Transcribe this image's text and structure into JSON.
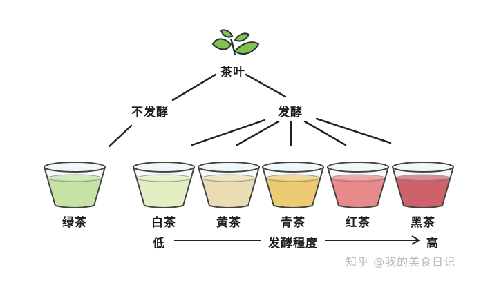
{
  "root": {
    "label": "茶叶",
    "icon": "tea-leaf-sprout-icon"
  },
  "branches": [
    {
      "label": "不发酵",
      "teas": [
        {
          "name": "绿茶",
          "color": "#bfe08e"
        }
      ]
    },
    {
      "label": "发酵",
      "teas": [
        {
          "name": "白茶",
          "color": "#e6f0b3"
        },
        {
          "name": "黄茶",
          "color": "#efd9a0"
        },
        {
          "name": "青茶",
          "color": "#f2c04a"
        },
        {
          "name": "红茶",
          "color": "#ec6a6a"
        },
        {
          "name": "黑茶",
          "color": "#c8343f"
        }
      ]
    }
  ],
  "scale": {
    "low": "低",
    "title": "发酵程度",
    "high": "高"
  },
  "watermark": "知乎 @我的美食日记",
  "colors": {
    "leaf": "#7ec24f",
    "leaf_outline": "#2f2f2f",
    "line": "#222222",
    "cup_outline": "#444444"
  }
}
